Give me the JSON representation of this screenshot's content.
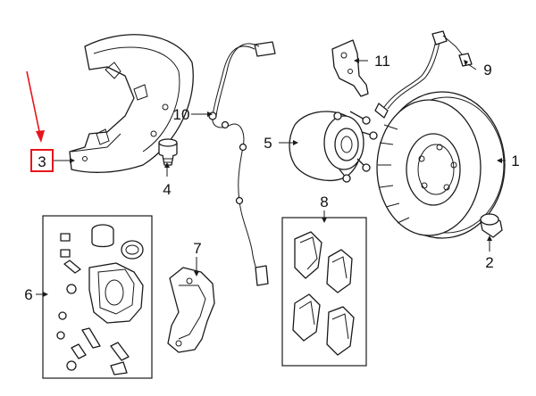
{
  "callouts": {
    "c1": "1",
    "c2": "2",
    "c3": "3",
    "c4": "4",
    "c5": "5",
    "c6": "6",
    "c7": "7",
    "c8": "8",
    "c9": "9",
    "c10": "10",
    "c11": "11"
  },
  "colors": {
    "line": "#1a1a1a",
    "highlight": "#e8141c",
    "background": "#ffffff"
  }
}
